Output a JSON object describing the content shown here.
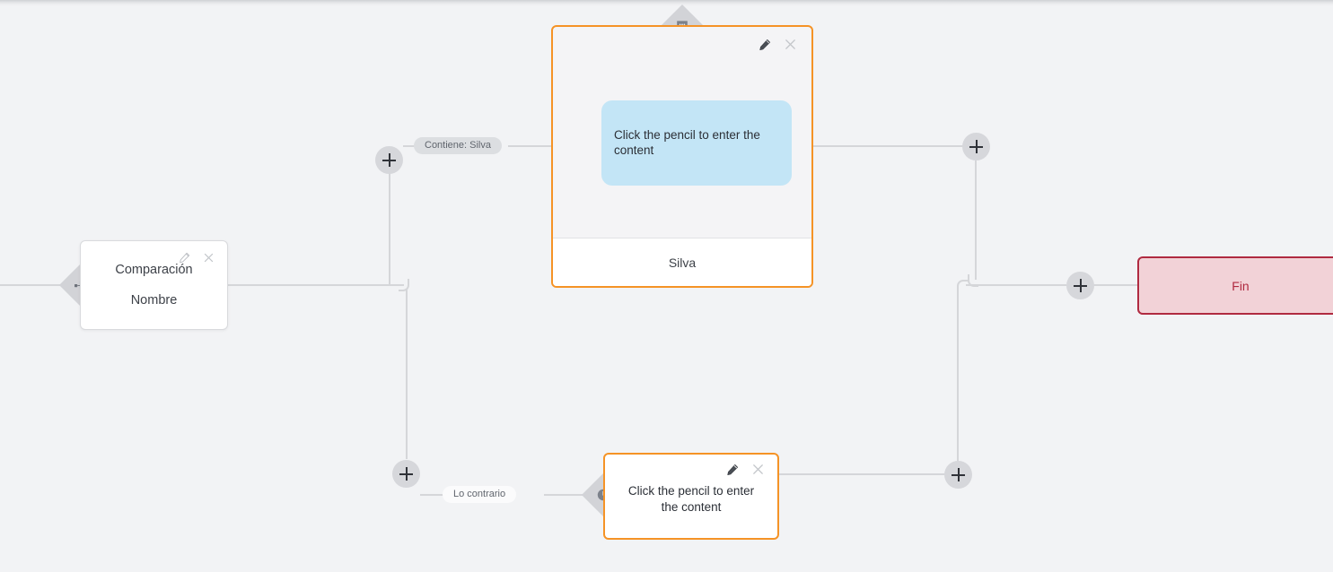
{
  "canvas": {
    "background_color": "#f2f3f5",
    "edge_color": "#d5d6d9"
  },
  "nodes": {
    "comparison": {
      "name": "comparison-node",
      "line1": "Comparación",
      "line2": "Nombre",
      "diamond_icon": "branch-icon",
      "edit_icon": "pencil-icon",
      "close_icon": "close-icon",
      "border_color": "#d9dadd",
      "background_color": "#ffffff"
    },
    "message_card": {
      "name": "message-node",
      "bubble_text": "Click the pencil to enter the content",
      "footer_label": "Silva",
      "diamond_icon": "speech-bubble-icon",
      "edit_icon": "pencil-icon",
      "close_icon": "close-icon",
      "border_color": "#f59326",
      "bubble_color": "#c3e5f6",
      "background_color": "#f4f4f6"
    },
    "fallback_card": {
      "name": "fallback-node",
      "text": "Click the pencil to enter the content",
      "diamond_icon": "clock-icon",
      "edit_icon": "pencil-icon",
      "close_icon": "close-icon",
      "border_color": "#f59326",
      "background_color": "#ffffff"
    },
    "end": {
      "name": "end-node",
      "label": "Fin",
      "border_color": "#b02a40",
      "background_color": "#f2d2d7",
      "text_color": "#b02a40"
    }
  },
  "edge_labels": {
    "condition_true": "Contiene: Silva",
    "condition_false": "Lo contrario"
  },
  "add_buttons": {
    "label": "+",
    "count": 5,
    "items": [
      {
        "name": "add-node-button-branch-true"
      },
      {
        "name": "add-node-button-branch-false"
      },
      {
        "name": "add-node-button-after-message"
      },
      {
        "name": "add-node-button-after-fallback"
      },
      {
        "name": "add-node-button-before-end"
      }
    ]
  }
}
